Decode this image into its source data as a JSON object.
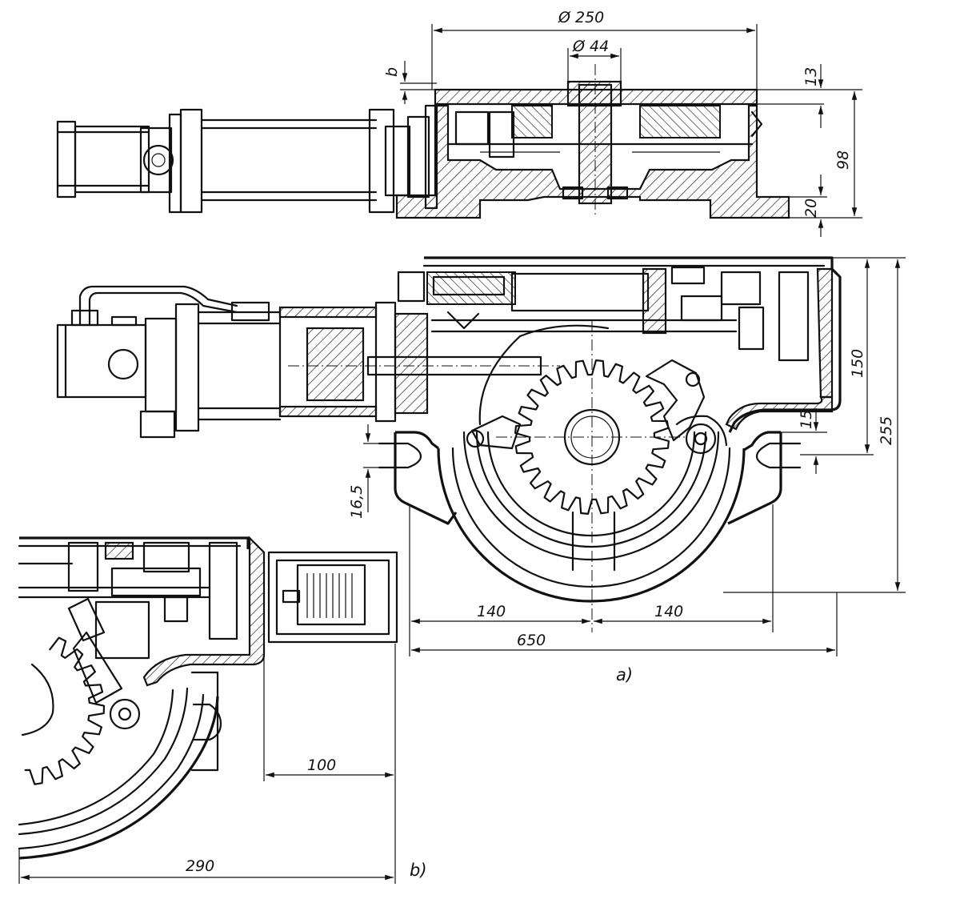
{
  "dimensions": {
    "top_dia_outer": "Ø 250",
    "top_dia_inner": "Ø 44",
    "top_b": "b",
    "top_13": "13",
    "top_98": "98",
    "top_20": "20",
    "mid_150": "150",
    "mid_255": "255",
    "mid_15": "15",
    "mid_16_5": "16,5",
    "mid_140_left": "140",
    "mid_140_right": "140",
    "mid_650": "650",
    "bot_100": "100",
    "bot_290": "290"
  },
  "labels": {
    "view_a": "a)",
    "view_b": "b)"
  }
}
